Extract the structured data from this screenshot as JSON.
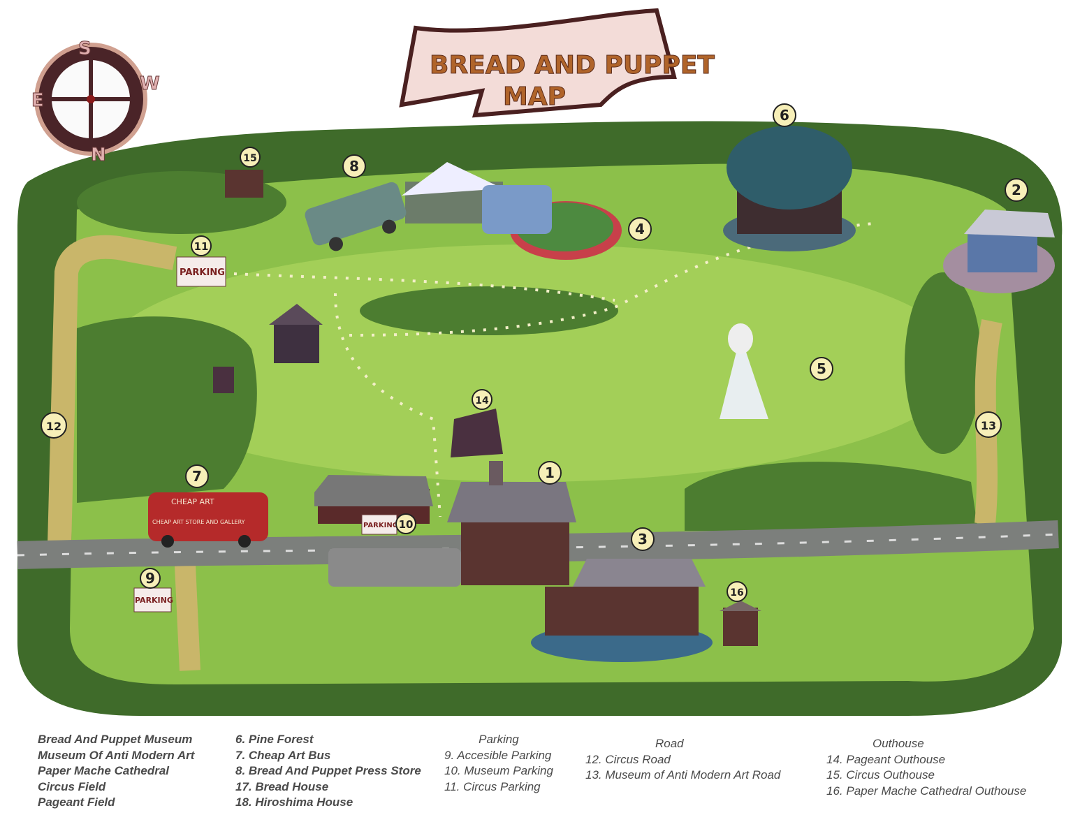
{
  "title": {
    "line1": "BREAD AND PUPPET",
    "line2": "MAP"
  },
  "compass": {
    "top": "S",
    "right": "W",
    "left": "E",
    "bottom": "N"
  },
  "colors": {
    "field": "#8cc04a",
    "hedge": "#3f6b2a",
    "road": "#7c7f7c",
    "dirt_road": "#c9b66a",
    "banner": "#f3dcd8",
    "building": "#5a3430"
  },
  "map": {
    "markers": [
      "1",
      "2",
      "3",
      "4",
      "5",
      "6",
      "7",
      "8",
      "9",
      "10",
      "11",
      "12",
      "13",
      "14",
      "15",
      "16"
    ],
    "parking_signs": {
      "p9": "PARKING",
      "p10": "PARKING",
      "p11": "PARKING"
    },
    "bus_text": {
      "line1": "CHEAP ART",
      "line2": "CHEAP ART STORE AND GALLERY"
    }
  },
  "legend": {
    "col1": [
      "Bread And Puppet Museum",
      "Museum Of Anti Modern Art",
      "Paper Mache Cathedral",
      "Circus  Field",
      "Pageant Field"
    ],
    "col2": [
      "6. Pine Forest",
      "7. Cheap Art Bus",
      "8. Bread And Puppet Press Store",
      "17. Bread House",
      "18. Hiroshima House"
    ],
    "parking": {
      "heading": "Parking",
      "items": [
        "9. Accesible Parking",
        "10. Museum Parking",
        "11. Circus Parking"
      ]
    },
    "road": {
      "heading": "Road",
      "items": [
        "12. Circus Road",
        "13. Museum of Anti Modern Art Road"
      ]
    },
    "outhouse": {
      "heading": "Outhouse",
      "items": [
        "14. Pageant Outhouse",
        "15. Circus Outhouse",
        "16. Paper Mache Cathedral Outhouse"
      ]
    }
  }
}
